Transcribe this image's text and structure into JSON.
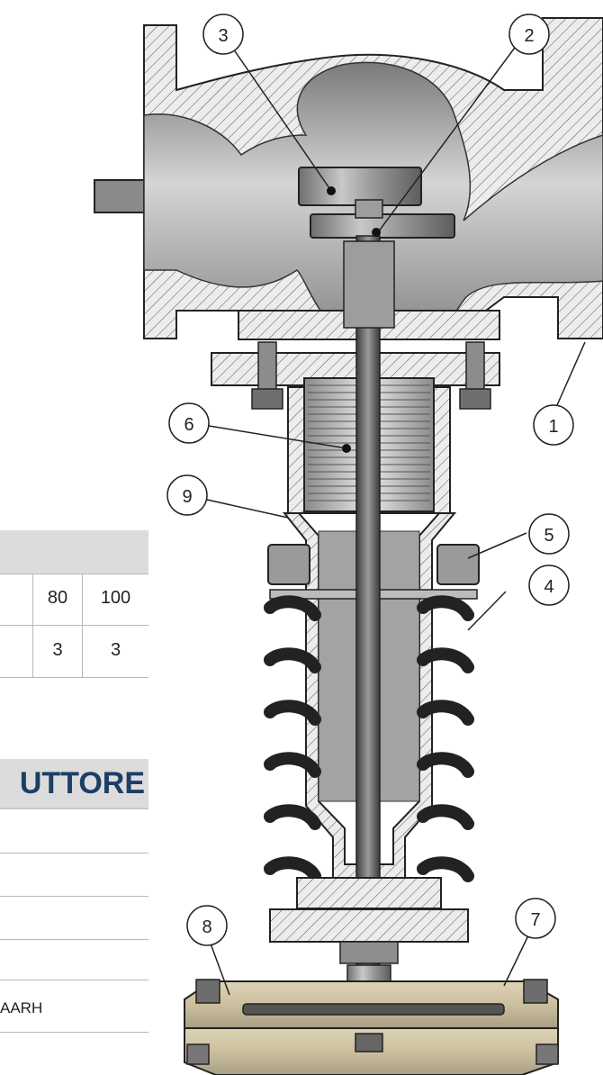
{
  "table": {
    "headers": [
      "80",
      "100"
    ],
    "values": [
      "3",
      "3"
    ]
  },
  "section": {
    "title": "UTTORE",
    "row_text": "AARH"
  },
  "callouts": [
    "1",
    "2",
    "3",
    "4",
    "5",
    "6",
    "7",
    "8",
    "9"
  ],
  "colors": {
    "section_title": "#1b3e66",
    "header_bg": "#dcdcdc",
    "hatch": "#555555",
    "flow_arrow": "#8a8a8a",
    "spring": "#222222",
    "metal": "#a9a9a9"
  }
}
